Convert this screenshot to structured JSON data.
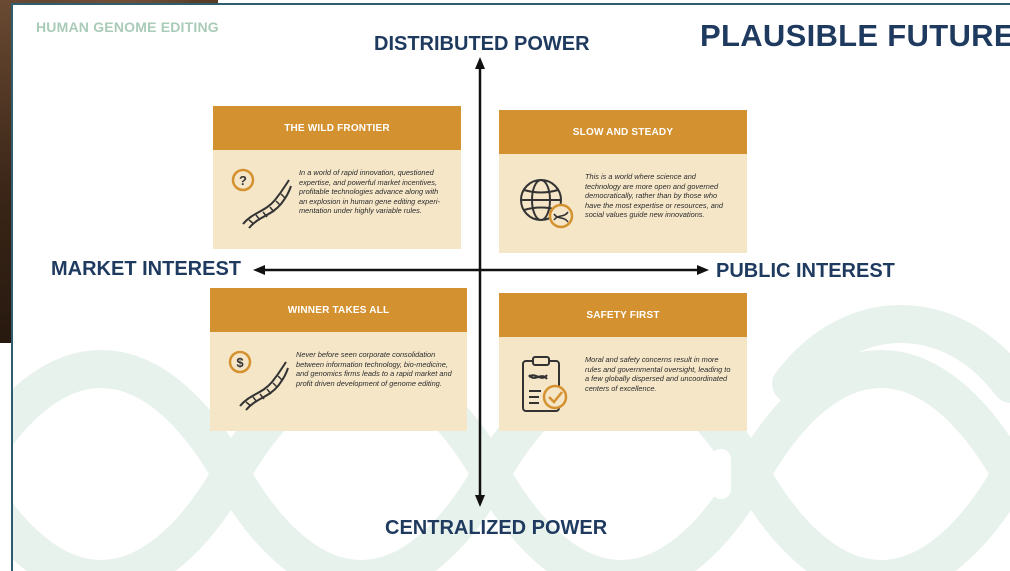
{
  "header": {
    "tag": "HUMAN GENOME EDITING",
    "title": "PLAUSIBLE FUTURES"
  },
  "axes": {
    "top": "DISTRIBUTED POWER",
    "bottom": "CENTRALIZED POWER",
    "left": "MARKET INTEREST",
    "right": "PUBLIC INTEREST"
  },
  "quadrants": {
    "top_left": {
      "title": "THE WILD FRONTIER",
      "text": "In a world of rapid innovation, questioned expertise, and powerful market incentives, profitable technologies advance along with an explosion in human gene editing experi-mentation under highly variable rules.",
      "icon": "question-dna-icon"
    },
    "top_right": {
      "title": "SLOW AND STEADY",
      "text": "This is a world where science and technology are more open and governed democratically, rather than by those who have the most expertise or resources, and social values guide new innovations.",
      "icon": "globe-dna-icon"
    },
    "bottom_left": {
      "title": "WINNER TAKES ALL",
      "text": "Never before seen corporate consolidation between information technology, bio-medicine, and genomics firms leads to a rapid market and profit driven development of genome editing.",
      "icon": "dollar-dna-icon"
    },
    "bottom_right": {
      "title": "SAFETY FIRST",
      "text": "Moral and safety concerns result in more rules and governmental oversight, leading to a few globally dispersed and uncoordinated centers of excellence.",
      "icon": "clipboard-check-icon"
    }
  },
  "colors": {
    "card_header": "#d4912f",
    "card_body": "#f5e6c8",
    "title": "#1f3a5f",
    "axis": "#111111"
  }
}
